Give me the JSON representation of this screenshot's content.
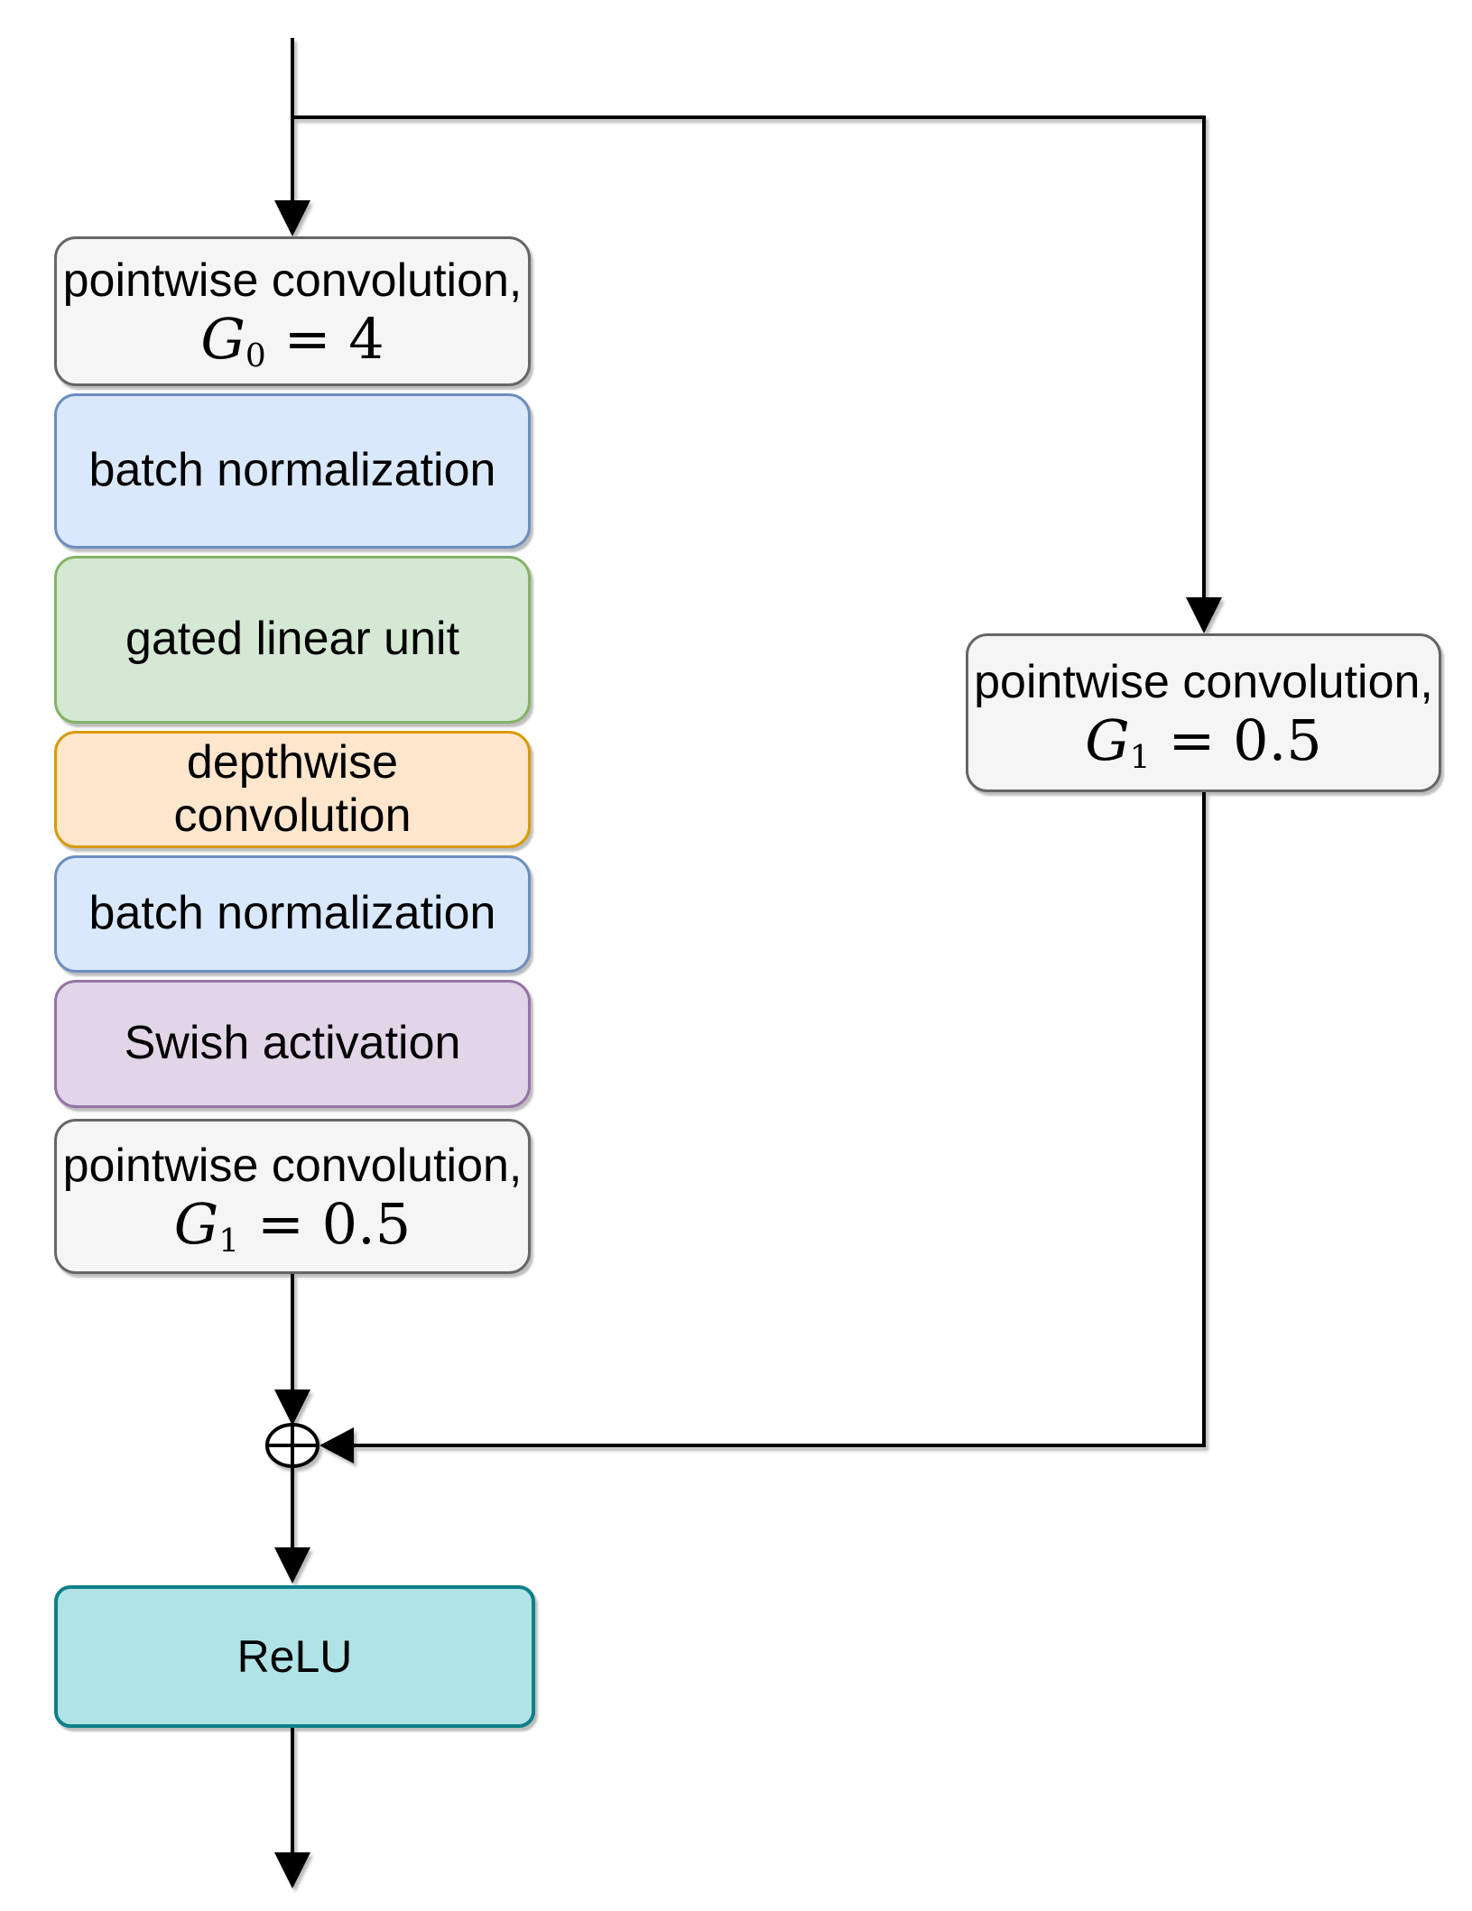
{
  "diagram": {
    "nodes": {
      "pw0": {
        "line1": "pointwise convolution,",
        "math": {
          "var": "G",
          "sub": "0",
          "rhs": "= 4"
        }
      },
      "bn1": {
        "label": "batch normalization"
      },
      "glu": {
        "label": "gated linear unit"
      },
      "dw": {
        "line1": "depthwise",
        "line2": "convolution"
      },
      "bn2": {
        "label": "batch normalization"
      },
      "swish": {
        "label": "Swish activation"
      },
      "pw1": {
        "line1": "pointwise convolution,",
        "math": {
          "var": "G",
          "sub": "1",
          "rhs": "= 0.5"
        }
      },
      "skip_pw": {
        "line1": "pointwise convolution,",
        "math": {
          "var": "G",
          "sub": "1",
          "rhs": "= 0.5"
        }
      },
      "relu": {
        "label": "ReLU"
      }
    },
    "junction": {
      "operator": "add",
      "symbol": "⊕"
    },
    "colors": {
      "gray_fill": "#f5f5f5",
      "gray_stroke": "#666666",
      "blue_fill": "#dae8fc",
      "blue_stroke": "#6c8ebf",
      "green_fill": "#d5e8d4",
      "green_stroke": "#82b366",
      "orange_fill": "#ffe6cc",
      "orange_stroke": "#d79b00",
      "purple_fill": "#e1d5e7",
      "purple_stroke": "#9673a6",
      "teal_fill": "#b0e3e6",
      "teal_stroke": "#0e8088",
      "edge": "#000000",
      "background": "#ffffff",
      "text": "#000000"
    }
  }
}
